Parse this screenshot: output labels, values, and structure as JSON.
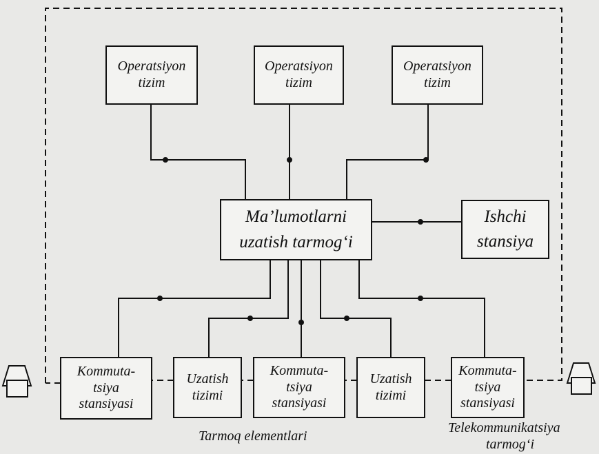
{
  "diagram": {
    "operating_systems": [
      {
        "line1": "Operatsiyon",
        "line2": "tizim"
      },
      {
        "line1": "Operatsiyon",
        "line2": "tizim"
      },
      {
        "line1": "Operatsiyon",
        "line2": "tizim"
      }
    ],
    "data_network": {
      "line1": "Ma’lumotlarni",
      "line2": "uzatish  tarmog‘i"
    },
    "workstation": {
      "line1": "Ishchi",
      "line2": "stansiya"
    },
    "network_elements": [
      {
        "line1": "Kommuta-",
        "line2": "tsiya",
        "line3": "stansiyasi"
      },
      {
        "line1": "Uzatish",
        "line2": "tizimi",
        "line3": ""
      },
      {
        "line1": "Kommuta-",
        "line2": "tsiya",
        "line3": "stansiyasi"
      },
      {
        "line1": "Uzatish",
        "line2": "tizimi",
        "line3": ""
      },
      {
        "line1": "Kommuta-",
        "line2": "tsiya",
        "line3": "stansiyasi"
      }
    ],
    "captions": {
      "network_elements": "Tarmoq elementlari",
      "telecom_network_line1": "Telekommunikatsiya",
      "telecom_network_line2": "tarmog‘i"
    },
    "colors": {
      "line": "#111111",
      "background": "#e9e9e7",
      "box_fill": "#f3f3f1"
    }
  }
}
